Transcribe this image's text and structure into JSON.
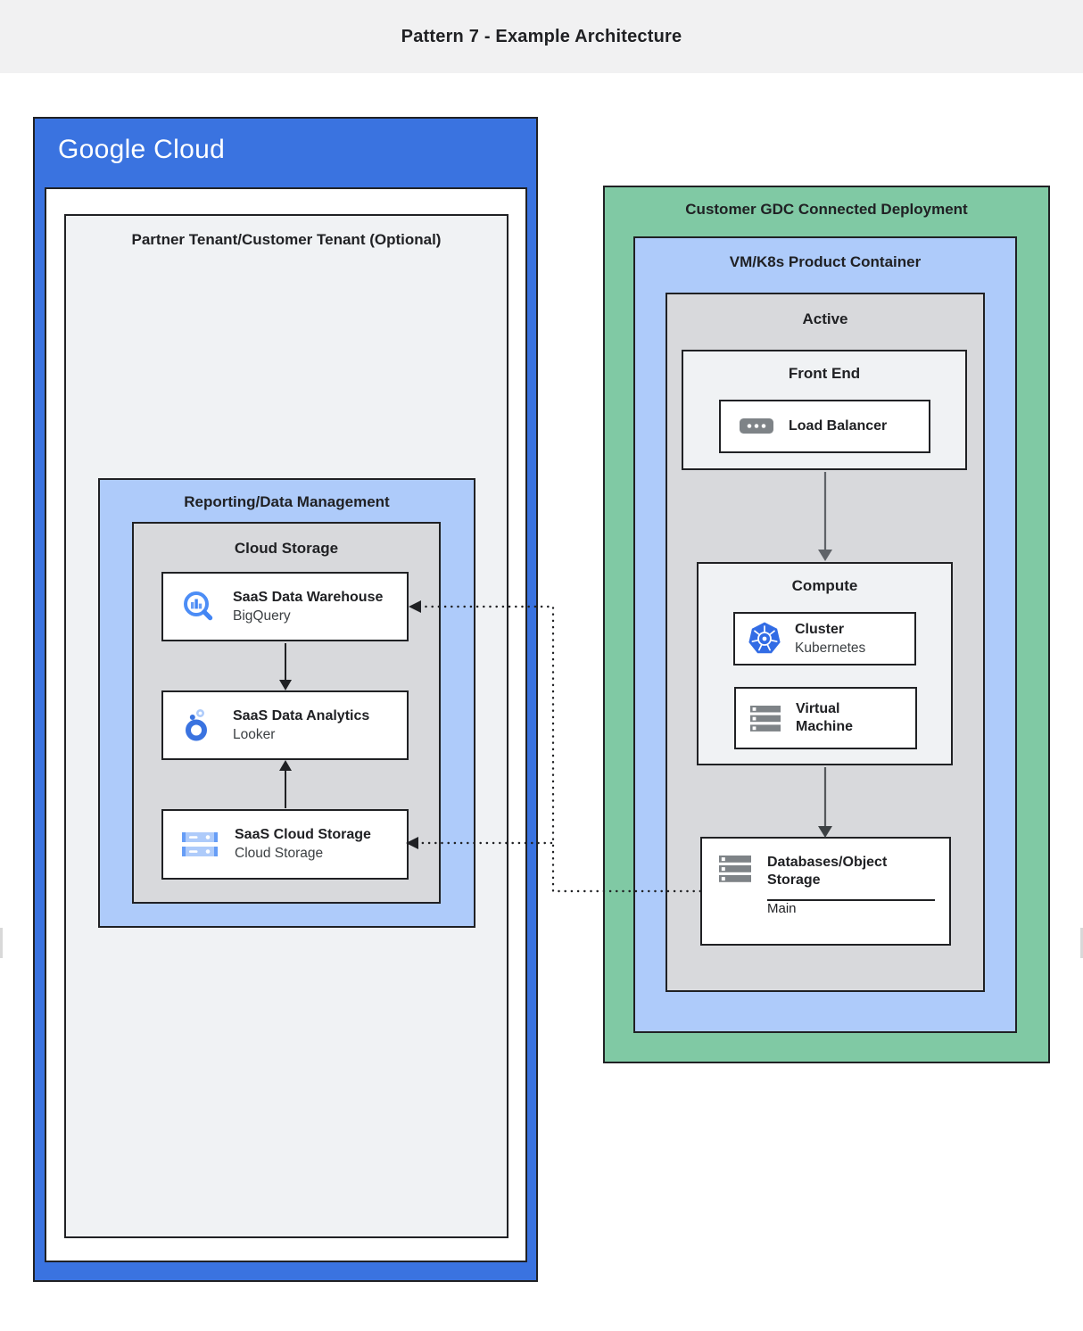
{
  "header": {
    "title": "Pattern 7 - Example Architecture"
  },
  "google_cloud": {
    "logo": "Google Cloud",
    "partner_tenant_label": "Partner Tenant/Customer Tenant (Optional)",
    "reporting_label": "Reporting/Data Management",
    "cloud_storage_group_label": "Cloud Storage",
    "nodes": [
      {
        "title": "SaaS Data Warehouse",
        "subtitle": "BigQuery",
        "icon": "bigquery-icon"
      },
      {
        "title": "SaaS Data Analytics",
        "subtitle": "Looker",
        "icon": "looker-icon"
      },
      {
        "title": "SaaS Cloud Storage",
        "subtitle": "Cloud Storage",
        "icon": "cloud-storage-icon"
      }
    ]
  },
  "gdc": {
    "label": "Customer GDC Connected Deployment",
    "vmk8s_label": "VM/K8s Product Container",
    "active_label": "Active",
    "front_end": {
      "label": "Front End",
      "node": {
        "title": "Load Balancer",
        "icon": "load-balancer-icon"
      }
    },
    "compute": {
      "label": "Compute",
      "nodes": [
        {
          "title": "Cluster",
          "subtitle": "Kubernetes",
          "icon": "kubernetes-icon"
        },
        {
          "title": "Virtual Machine",
          "icon": "virtual-machine-icon"
        }
      ]
    },
    "databases": {
      "title": "Databases/Object Storage",
      "section_label": "Main",
      "icon": "databases-icon"
    }
  },
  "connections": [
    {
      "from": "SaaS Data Warehouse",
      "to": "SaaS Data Analytics",
      "style": "solid-arrow-down"
    },
    {
      "from": "SaaS Cloud Storage",
      "to": "SaaS Data Analytics",
      "style": "solid-arrow-up"
    },
    {
      "from": "Front End",
      "to": "Compute",
      "style": "solid-arrow-down"
    },
    {
      "from": "Compute",
      "to": "Databases/Object Storage",
      "style": "solid-arrow-down"
    },
    {
      "from": "Databases/Object Storage",
      "to": "SaaS Data Warehouse",
      "style": "dotted-arrow"
    },
    {
      "from": "Databases/Object Storage",
      "to": "SaaS Cloud Storage",
      "style": "dotted-arrow"
    }
  ],
  "colors": {
    "page_bg": "#ffffff",
    "header_bg": "#f1f1f2",
    "text": "#202124",
    "subtext": "#3c4043",
    "border": "#202124",
    "blue": "#3a73e0",
    "light_blue": "#aecbfa",
    "green": "#80c9a4",
    "gray_panel": "#d8d9dc",
    "light_panel": "#f0f2f4",
    "arrow_gray": "#5f6368",
    "icon_blue": "#4285f4",
    "icon_light_blue": "#669df6",
    "icon_gray": "#7e8387",
    "k8s_blue": "#326ce5"
  }
}
